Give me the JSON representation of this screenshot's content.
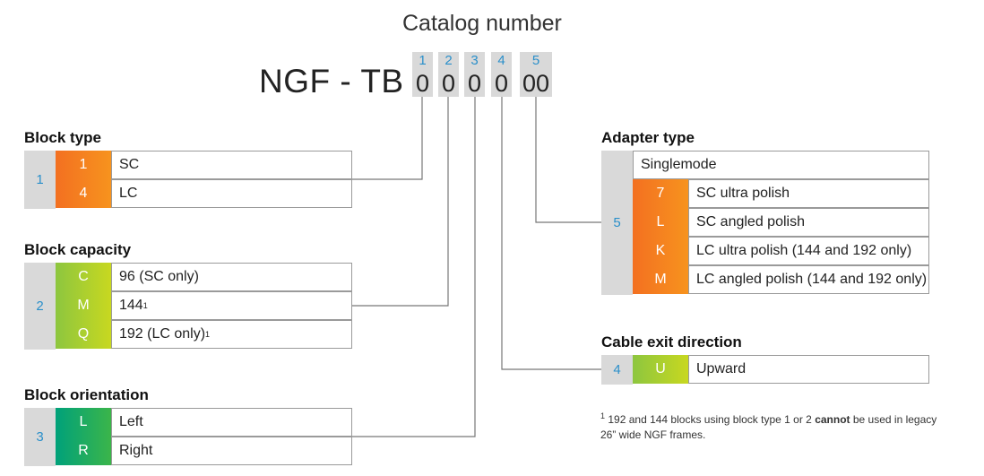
{
  "catalog_title": "Catalog number",
  "prefix": "NGF - TB",
  "positions": [
    {
      "num": "1",
      "digit": "0"
    },
    {
      "num": "2",
      "digit": "0"
    },
    {
      "num": "3",
      "digit": "0"
    },
    {
      "num": "4",
      "digit": "0"
    },
    {
      "num": "5",
      "digit": "00"
    }
  ],
  "block_type": {
    "heading": "Block type",
    "index": "1",
    "rows": [
      {
        "code": "1",
        "label": "SC"
      },
      {
        "code": "4",
        "label": "LC"
      }
    ]
  },
  "block_capacity": {
    "heading": "Block capacity",
    "index": "2",
    "rows": [
      {
        "code": "C",
        "label": "96 (SC only)",
        "sup": ""
      },
      {
        "code": "M",
        "label": "144",
        "sup": "1"
      },
      {
        "code": "Q",
        "label": "192 (LC only)",
        "sup": "1"
      }
    ]
  },
  "block_orientation": {
    "heading": "Block orientation",
    "index": "3",
    "rows": [
      {
        "code": "L",
        "label": "Left"
      },
      {
        "code": "R",
        "label": "Right"
      }
    ]
  },
  "adapter_type": {
    "heading": "Adapter type",
    "index": "5",
    "subheading": "Singlemode",
    "rows": [
      {
        "code": "7",
        "label": "SC ultra polish"
      },
      {
        "code": "L",
        "label": "SC angled polish"
      },
      {
        "code": "K",
        "label": "LC ultra polish (144 and 192 only)"
      },
      {
        "code": "M",
        "label": "LC angled polish (144 and 192 only)"
      }
    ]
  },
  "cable_exit": {
    "heading": "Cable exit direction",
    "index": "4",
    "rows": [
      {
        "code": "U",
        "label": "Upward"
      }
    ]
  },
  "footnote": {
    "marker": "1",
    "text_before": "192 and 144 blocks using block type 1 or 2 ",
    "bold": "cannot",
    "text_after": " be used in legacy 26” wide NGF frames."
  },
  "colors": {
    "orange": "#f37021",
    "green": "#8dc63f",
    "teal": "#00a17a",
    "index_blue": "#2a8fca",
    "grey": "#d9d9d9"
  }
}
